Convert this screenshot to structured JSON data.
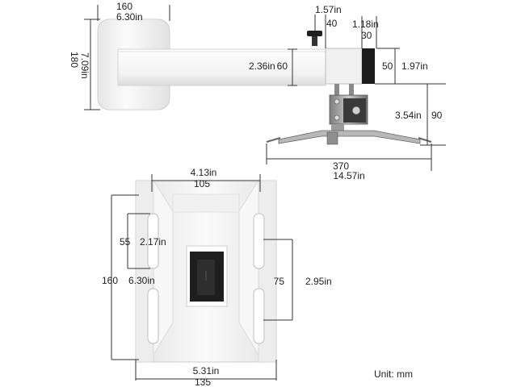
{
  "colors": {
    "background": "#ffffff",
    "body_white": "#f4f4f4",
    "body_edge": "#cfcfcf",
    "shadow_grey": "#d9d9d9",
    "metal": "#9a9a9a",
    "metal_dark": "#555555",
    "black": "#1a1a1a",
    "dimension_line": "#333333",
    "text": "#222222"
  },
  "top_view": {
    "dims": {
      "wall_plate_width": {
        "mm": "160",
        "inch": "6.30in"
      },
      "wall_plate_height": {
        "mm": "180",
        "inch": "7.09in"
      },
      "knob_offset": {
        "inch": "1.57in",
        "mm": "40"
      },
      "inner_tube": {
        "inch": "1.18in",
        "mm": "30"
      },
      "arm_height": {
        "inch": "2.36in",
        "mm": "60"
      },
      "inner_tube_height": {
        "mm": "50",
        "inch": "1.97in"
      },
      "drop": {
        "inch": "3.54in",
        "mm": "90"
      },
      "spread": {
        "mm": "370",
        "inch": "14.57in"
      }
    }
  },
  "front_view": {
    "dims": {
      "top_width": {
        "inch": "4.13in",
        "mm": "105"
      },
      "slot_height": {
        "mm": "55",
        "inch": "2.17in"
      },
      "plate_height": {
        "mm": "160",
        "inch": "6.30in"
      },
      "slot_spacing": {
        "mm": "75",
        "inch": "2.95in"
      },
      "bottom_width": {
        "inch": "5.31in",
        "mm": "135"
      }
    }
  },
  "unit_label": "Unit: mm"
}
